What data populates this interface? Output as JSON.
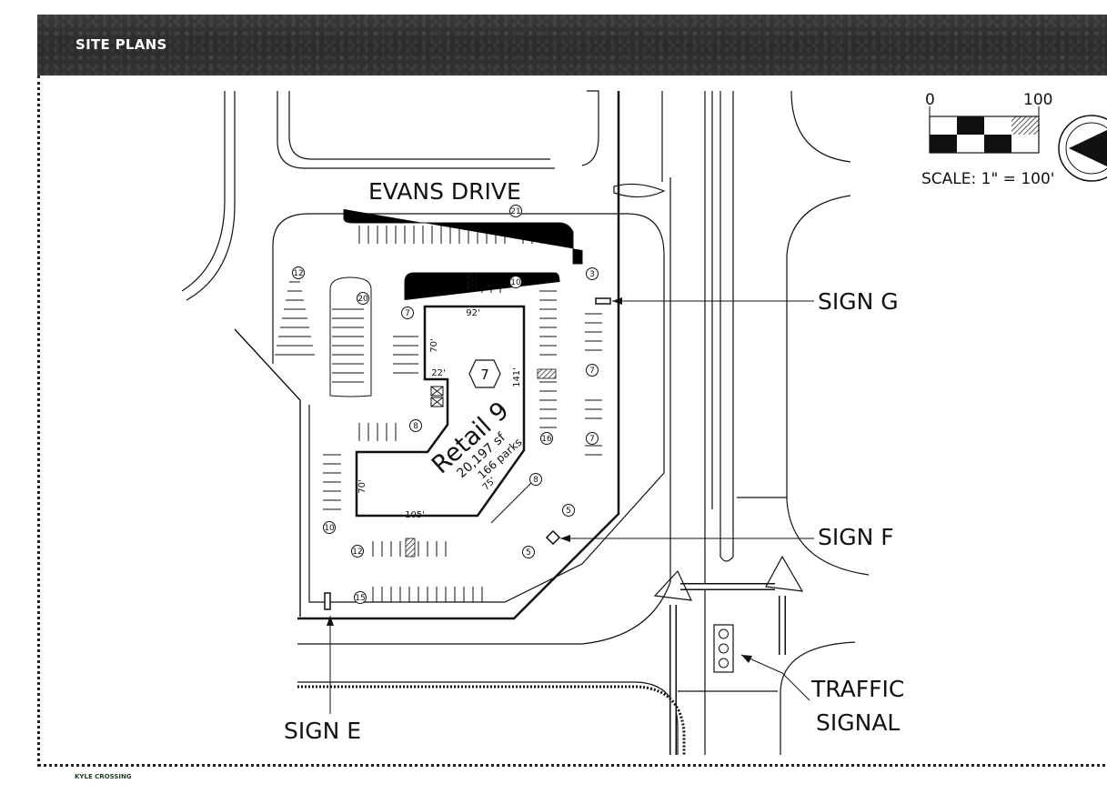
{
  "header": {
    "title": "SITE PLANS"
  },
  "footer": {
    "text": "KYLE CROSSING"
  },
  "street": {
    "name": "EVANS DRIVE"
  },
  "scale": {
    "min": "0",
    "max": "100",
    "label": "SCALE: 1\" = 100'"
  },
  "building": {
    "name": "Retail 9",
    "area": "20,197 sf",
    "parks": "166 parks",
    "lot_number": "7",
    "dims": {
      "top": "92'",
      "right": "141'",
      "left_upper": "70'",
      "notch": "22'",
      "left_lower": "70'",
      "bottom": "105'",
      "angled": "75'"
    }
  },
  "parking_counts": [
    "21",
    "12",
    "20",
    "10",
    "3",
    "7",
    "7",
    "7",
    "16",
    "8",
    "8",
    "5",
    "5",
    "10",
    "12",
    "15"
  ],
  "callouts": {
    "sign_g": "SIGN G",
    "sign_f": "SIGN F",
    "sign_e": "SIGN E",
    "traffic_1": "TRAFFIC",
    "traffic_2": "SIGNAL"
  },
  "colors": {
    "header_bg": "#2e2e2e",
    "header_text": "#ffffff",
    "line": "#111111"
  }
}
